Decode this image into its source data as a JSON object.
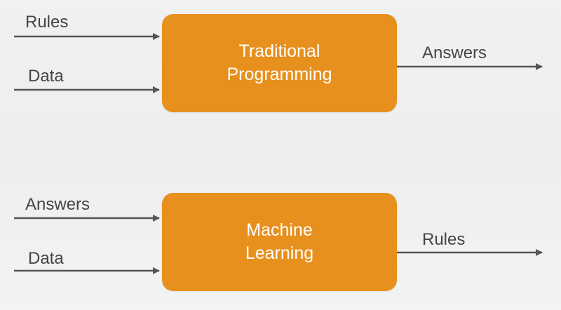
{
  "colors": {
    "box_fill": "#e8901e",
    "box_text": "#ffffff",
    "label_text": "#444444",
    "arrow": "#555555"
  },
  "traditional": {
    "box_line1": "Traditional",
    "box_line2": "Programming",
    "input_top": "Rules",
    "input_bottom": "Data",
    "output": "Answers"
  },
  "machine_learning": {
    "box_line1": "Machine",
    "box_line2": "Learning",
    "input_top": "Answers",
    "input_bottom": "Data",
    "output": "Rules"
  }
}
